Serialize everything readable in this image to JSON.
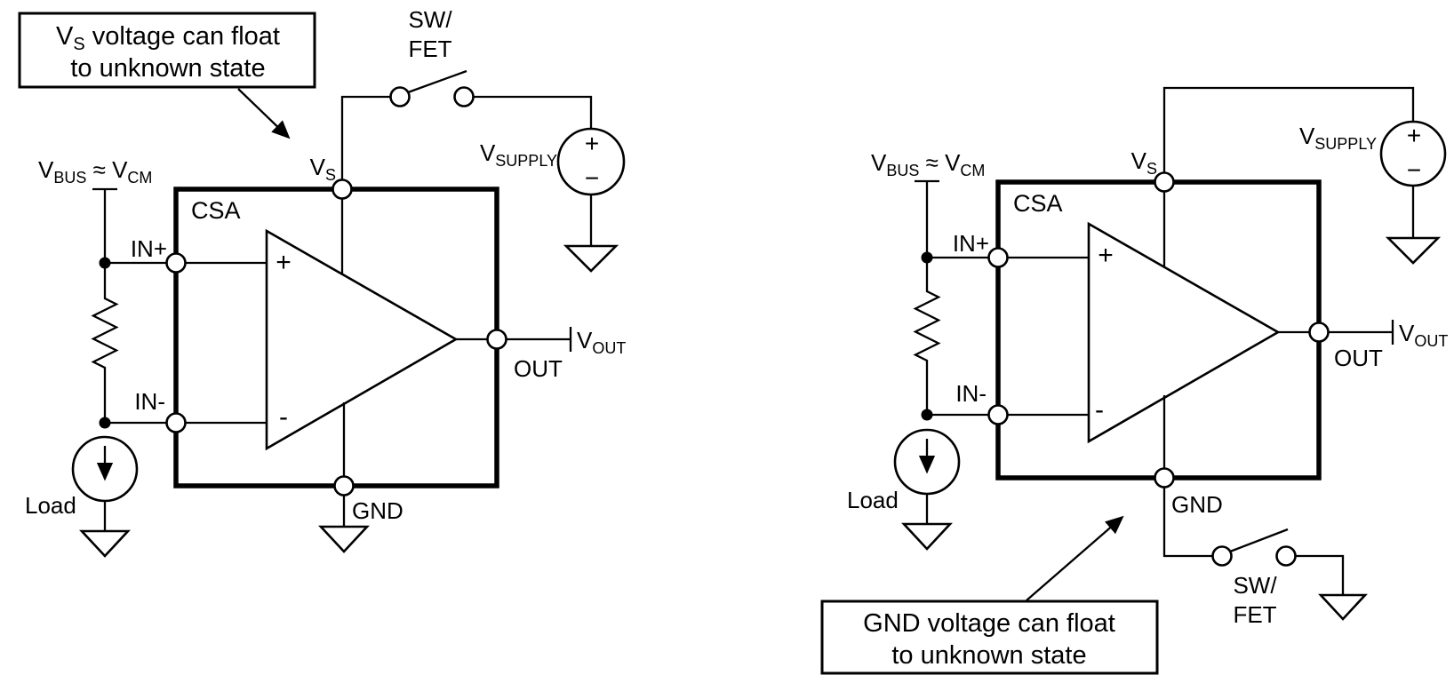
{
  "colors": {
    "ink": "#000000",
    "background": "#ffffff"
  },
  "labels": {
    "csa": "CSA",
    "v": "V",
    "bus_sub": "BUS",
    "approx_mid": " ≈ V",
    "cm_sub": "CM",
    "s_sub": "S",
    "supply_sub": "SUPPLY",
    "out_sub": "OUT",
    "in_plus": "IN+",
    "in_minus": "IN-",
    "out": "OUT",
    "gnd": "GND",
    "load": "Load",
    "sw_line1": "SW/",
    "sw_line2": "FET",
    "amp_plus": "+",
    "amp_minus": "-",
    "supply_plus": "+",
    "supply_minus": "−"
  },
  "left_annotation": {
    "v": "V",
    "v_sub": "S",
    "line1_rest": " voltage can float",
    "line2": "to unknown state"
  },
  "right_annotation": {
    "line1": "GND voltage can float",
    "line2": "to unknown state"
  }
}
